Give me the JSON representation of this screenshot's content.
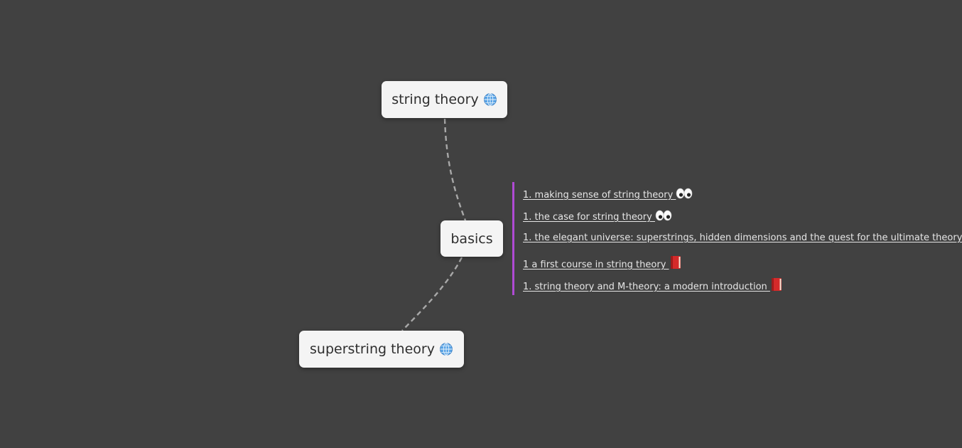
{
  "nodes": {
    "string_theory": {
      "label": "string theory",
      "icon": "globe-icon"
    },
    "basics": {
      "label": "basics"
    },
    "superstring_theory": {
      "label": "superstring theory",
      "icon": "globe-icon"
    }
  },
  "notes": [
    {
      "text": "1. making sense of string theory ",
      "icon": "eyes-icon"
    },
    {
      "text": "1. the case for string theory ",
      "icon": "eyes-icon"
    },
    {
      "text": "1. the elegant universe: superstrings, hidden dimensions and the quest for the ultimate theory",
      "icon": ""
    },
    {
      "text": "1 a first course in string theory ",
      "icon": "book-icon"
    },
    {
      "text": "1. string theory and M-theory: a modern introduction ",
      "icon": "book-icon"
    }
  ],
  "colors": {
    "background": "#414141",
    "node_fill": "#f4f4f4",
    "edge": "#a8a8a8",
    "notes_border": "#b04ad4",
    "note_text": "#e6e6e6"
  }
}
